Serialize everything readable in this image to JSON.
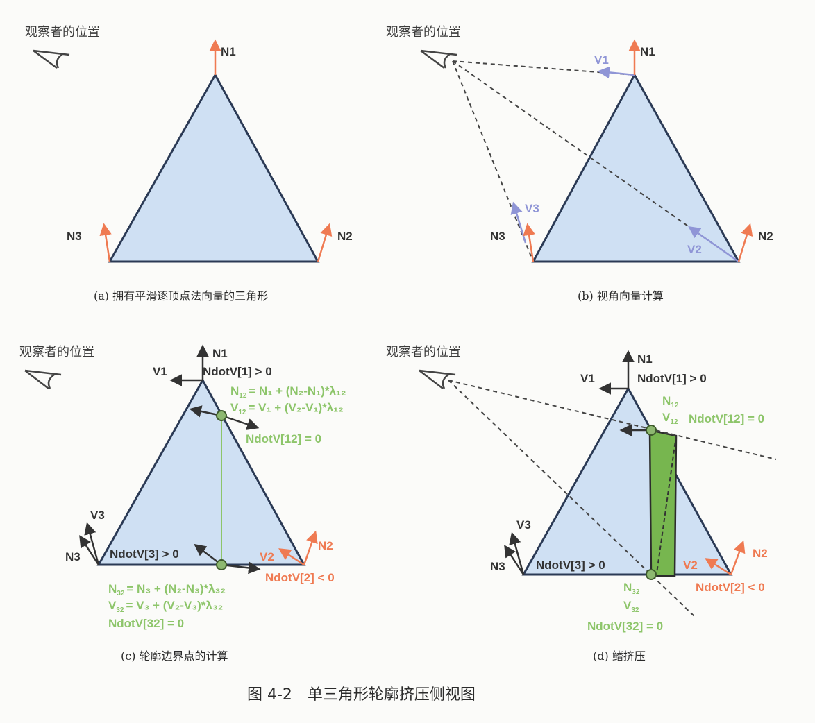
{
  "figure_title": "图 4-2　单三角形轮廓挤压侧视图",
  "panels": {
    "a": {
      "observer": "观察者的位置",
      "caption": "(a)  拥有平滑逐顶点法向量的三角形",
      "labels": {
        "n1": "N1",
        "n2": "N2",
        "n3": "N3"
      }
    },
    "b": {
      "observer": "观察者的位置",
      "caption": "(b)  视角向量计算",
      "labels": {
        "n1": "N1",
        "n2": "N2",
        "n3": "N3",
        "v1": "V1",
        "v2": "V2",
        "v3": "V3"
      }
    },
    "c": {
      "observer": "观察者的位置",
      "caption": "(c)  轮廓边界点的计算",
      "labels": {
        "n1": "N1",
        "n2": "N2",
        "n3": "N3",
        "v1": "V1",
        "v2": "V2",
        "v3": "V3",
        "ndotv1": "NdotV[1] > 0",
        "ndotv2": "NdotV[2] < 0",
        "ndotv3": "NdotV[3] > 0",
        "ndotv12": "NdotV[12] = 0",
        "ndotv32": "NdotV[32] = 0"
      },
      "formulas": {
        "n12": {
          "lhs": "N",
          "lhs_sub": "12",
          "rhs": "= N₁ + (N₂-N₁)*λ₁₂"
        },
        "v12": {
          "lhs": "V",
          "lhs_sub": "12",
          "rhs": "= V₁ + (V₂-V₁)*λ₁₂"
        },
        "n32": {
          "lhs": "N",
          "lhs_sub": "32",
          "rhs": "= N₃ + (N₂-N₃)*λ₃₂"
        },
        "v32": {
          "lhs": "V",
          "lhs_sub": "32",
          "rhs": "= V₃ + (V₂-V₃)*λ₃₂"
        }
      }
    },
    "d": {
      "observer": "观察者的位置",
      "caption": "(d)  鳍挤压",
      "labels": {
        "n1": "N1",
        "n2": "N2",
        "n3": "N3",
        "v1": "V1",
        "v2": "V2",
        "v3": "V3",
        "ndotv1": "NdotV[1] > 0",
        "ndotv2": "NdotV[2] < 0",
        "ndotv3": "NdotV[3] > 0",
        "ndotv12": "NdotV[12] = 0",
        "ndotv32": "NdotV[32] = 0",
        "n12": "N",
        "n12_sub": "12",
        "v12": "V",
        "v12_sub": "12",
        "n32": "N",
        "n32_sub": "32",
        "v32": "V",
        "v32_sub": "32"
      }
    }
  },
  "colors": {
    "triangle_fill": "#cfe0f3",
    "edge": "#2b3a55",
    "normal": "#ef7a52",
    "view_vec": "#8f95d6",
    "dark": "#333333",
    "green": "#8dc56a",
    "green_fill": "#77b64f"
  }
}
